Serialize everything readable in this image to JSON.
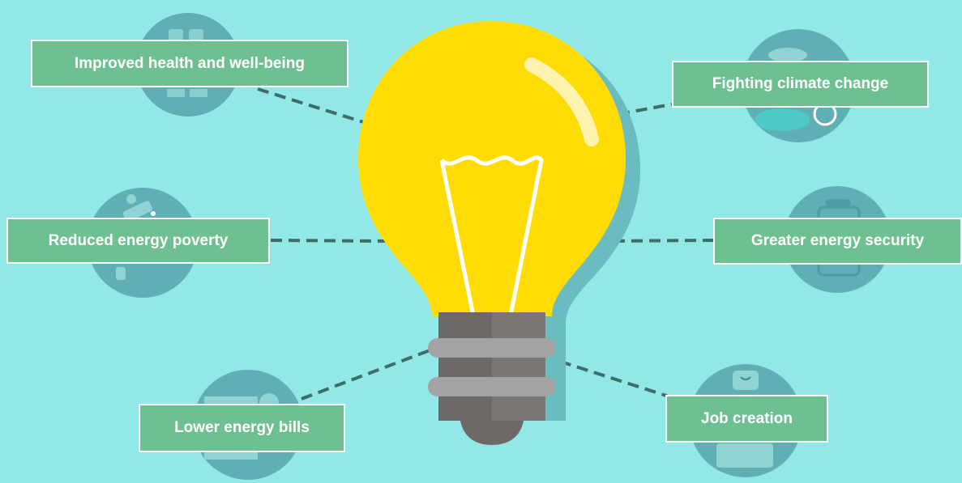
{
  "benefits": [
    {
      "id": "health",
      "label": "Improved health and well-being",
      "icon": "person-icon"
    },
    {
      "id": "climate",
      "label": "Fighting climate change",
      "icon": "globe-icon"
    },
    {
      "id": "poverty",
      "label": "Reduced energy poverty",
      "icon": "radiator-icon"
    },
    {
      "id": "security",
      "label": "Greater energy security",
      "icon": "battery-icon"
    },
    {
      "id": "bills",
      "label": "Lower energy bills",
      "icon": "bill-icon"
    },
    {
      "id": "jobs",
      "label": "Job creation",
      "icon": "worker-icon"
    }
  ],
  "center": {
    "icon": "lightbulb-icon"
  },
  "colors": {
    "background": "#92E8E6",
    "label_fill": "#6FC090",
    "label_border": "#FFFFFF",
    "label_text": "#FFFFFF",
    "icon_circle": "#5FAFB5",
    "connector": "#3B6E68",
    "bulb": "#FFDC05",
    "bulb_shadow": "#6BBCC0",
    "base_dark": "#6E6866",
    "base_light": "#A3A3A3"
  }
}
